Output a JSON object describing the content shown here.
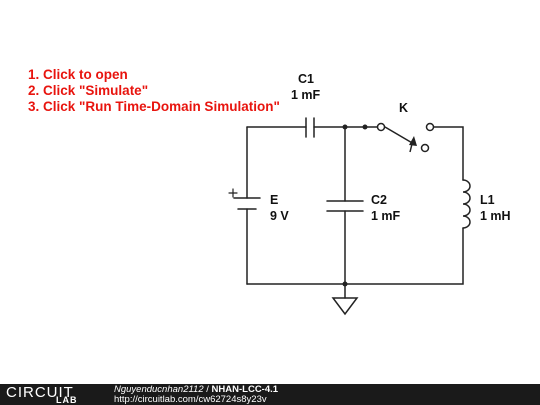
{
  "instructions": [
    "1. Click to open",
    "2. Click \"Simulate\"",
    "3. Click \"Run Time-Domain Simulation\""
  ],
  "components": {
    "c1": {
      "name": "C1",
      "value": "1 mF"
    },
    "c2": {
      "name": "C2",
      "value": "1 mF"
    },
    "e": {
      "name": "E",
      "value": "9 V",
      "polarity": "+"
    },
    "l1": {
      "name": "L1",
      "value": "1 mH"
    },
    "k": {
      "name": "K"
    }
  },
  "footer": {
    "logo_top": "CIRCUIT",
    "logo_bottom": "LAB",
    "author": "Nguyenducnhan2112",
    "separator": " / ",
    "title": "NHAN-LCC-4.1",
    "url": "http://circuitlab.com/cw62724s8y23v"
  }
}
